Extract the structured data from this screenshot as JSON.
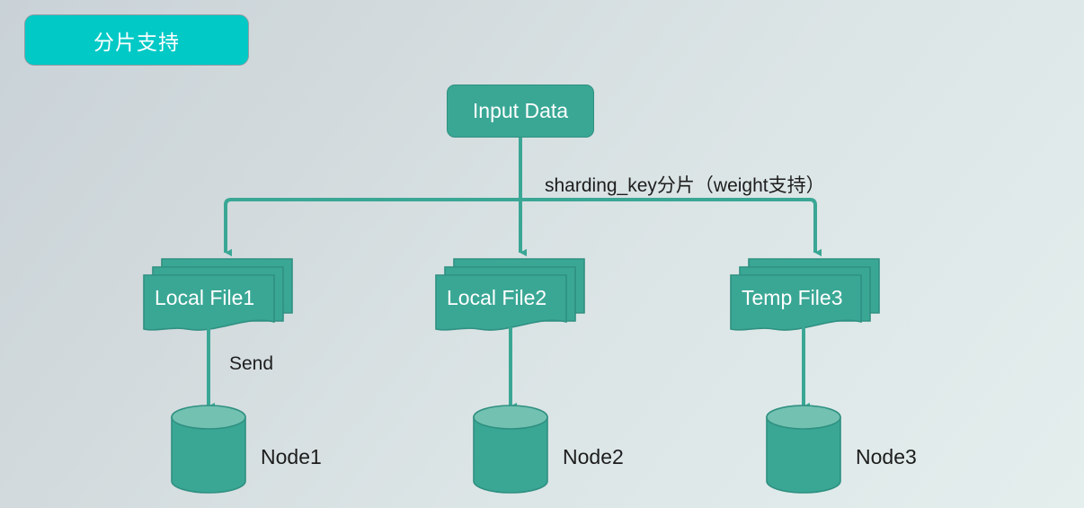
{
  "diagram": {
    "badge": {
      "label": "分片支持"
    },
    "source": {
      "label": "Input Data"
    },
    "edges": {
      "sharding_label": "sharding_key分片（weight支持）",
      "send_label": "Send"
    },
    "files": [
      {
        "label": "Local File1"
      },
      {
        "label": "Local File2"
      },
      {
        "label": "Temp File3"
      }
    ],
    "nodes": [
      {
        "label": "Node1"
      },
      {
        "label": "Node2"
      },
      {
        "label": "Node3"
      }
    ],
    "colors": {
      "accent": "#00c9c6",
      "shape_fill": "#3aa795",
      "shape_stroke": "#2f9081",
      "cylinder_top": "#72c1b1",
      "connector": "#3aa795",
      "text_dark": "#1d1d1d",
      "text_light": "#ffffff"
    }
  }
}
